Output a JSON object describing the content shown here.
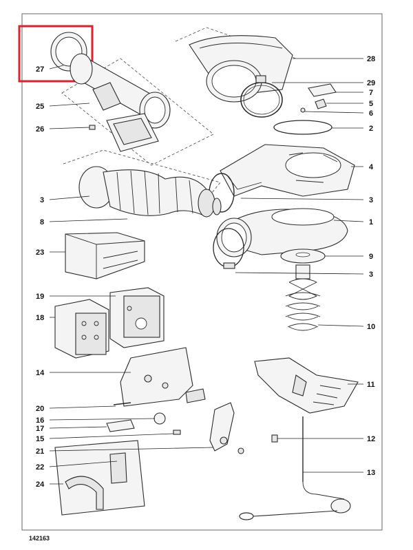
{
  "callouts": {
    "c27": "27",
    "c25": "25",
    "c26": "26",
    "c3a": "3",
    "c8": "8",
    "c23": "23",
    "c19": "19",
    "c18": "18",
    "c14": "14",
    "c20": "20",
    "c16": "16",
    "c17": "17",
    "c15": "15",
    "c21": "21",
    "c22": "22",
    "c24": "24",
    "c28": "28",
    "c29": "29",
    "c7": "7",
    "c5": "5",
    "c6": "6",
    "c2": "2",
    "c4": "4",
    "c3b": "3",
    "c1": "1",
    "c9": "9",
    "c3c": "3",
    "c10": "10",
    "c11": "11",
    "c12": "12",
    "c13": "13"
  },
  "diagram_code": "142163",
  "highlight": {
    "color": "#e0202a",
    "target": "27"
  }
}
